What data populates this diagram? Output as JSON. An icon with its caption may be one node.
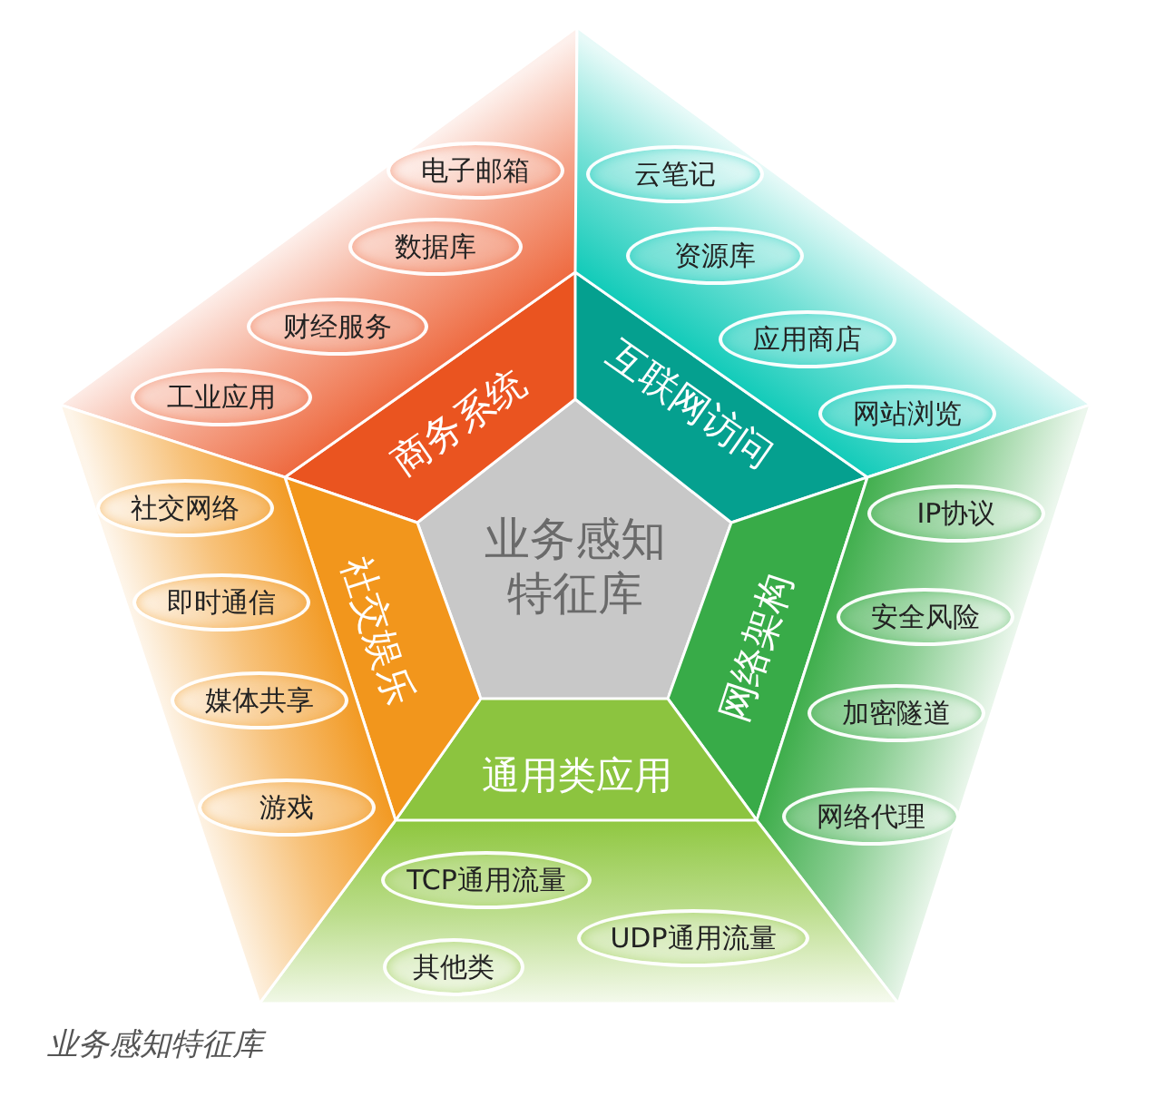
{
  "diagram": {
    "caption": "业务感知特征库",
    "nodes": [
      {
        "text": [
          "业务感知特征库"
        ]
      },
      {
        "text": [
          "商务系统"
        ]
      },
      {
        "text": [],
        "shape": "trapezoid"
      },
      {
        "text": [
          "电子邮箱"
        ],
        "in": 2
      },
      {
        "text": [
          "数据库"
        ],
        "in": 2
      },
      {
        "text": [
          "财经服务"
        ],
        "in": 2
      },
      {
        "text": [
          "工业应用"
        ],
        "in": 2
      },
      {
        "text": [
          "互联网访问"
        ]
      },
      {
        "text": [],
        "shape": "trapezoid"
      },
      {
        "text": [
          "云笔记"
        ],
        "in": 8
      },
      {
        "text": [
          "资源库"
        ],
        "in": 8
      },
      {
        "text": [
          "应用商店"
        ],
        "in": 8
      },
      {
        "text": [
          "网站浏览"
        ],
        "in": 8
      },
      {
        "text": [
          "网络架构"
        ]
      },
      {
        "text": [],
        "shape": "trapezoid"
      },
      {
        "text": [
          "IP协议"
        ],
        "in": 14
      },
      {
        "text": [
          "安全风险"
        ],
        "in": 14
      },
      {
        "text": [
          "加密隧道"
        ],
        "in": 14
      },
      {
        "text": [
          "网络代理"
        ],
        "in": 14
      },
      {
        "text": [
          "通用类应用"
        ]
      },
      {
        "text": [],
        "shape": "trapezoid"
      },
      {
        "text": [
          "TCP通用流量"
        ],
        "in": 20
      },
      {
        "text": [
          "UDP通用流量"
        ],
        "in": 20
      },
      {
        "text": [
          "其他类"
        ],
        "in": 20
      },
      {
        "text": [
          "社交娱乐"
        ]
      },
      {
        "text": [],
        "shape": "trapezoid"
      },
      {
        "text": [
          "社交网络"
        ],
        "in": 25
      },
      {
        "text": [
          "即时通信"
        ],
        "in": 25
      },
      {
        "text": [
          "媒体共享"
        ],
        "in": 25
      },
      {
        "text": [
          "游戏"
        ],
        "in": 25
      }
    ]
  }
}
